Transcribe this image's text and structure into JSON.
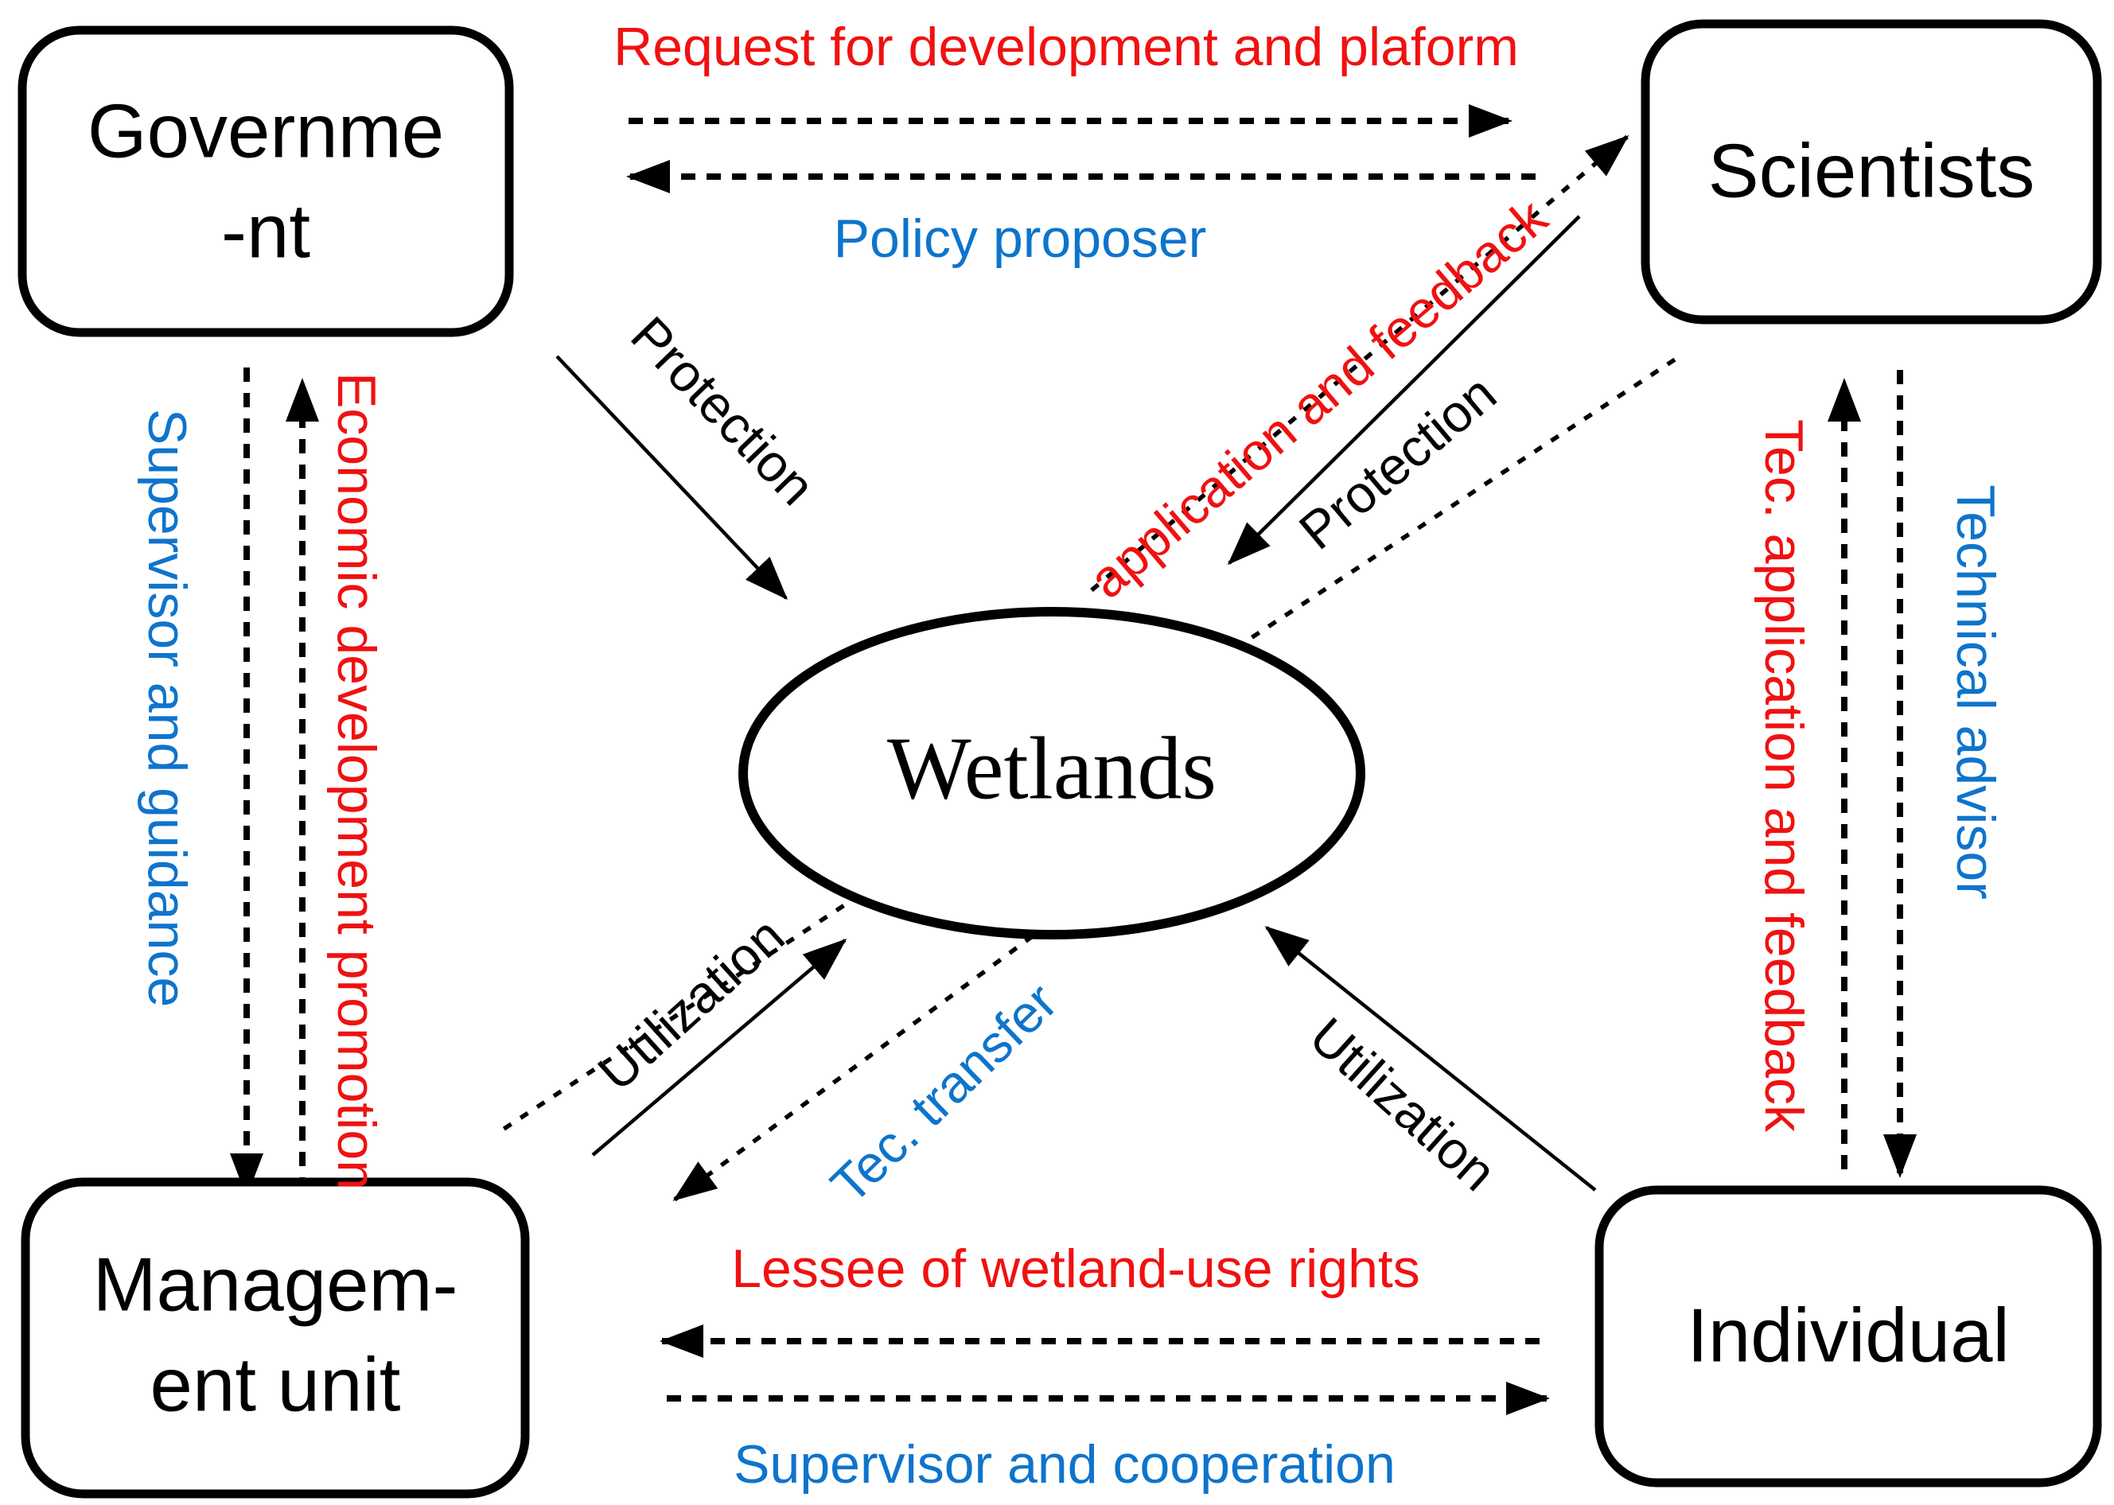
{
  "diagram_title": "Wetlands stakeholder relationship diagram",
  "colors": {
    "red": "#f01111",
    "blue": "#0e74cc",
    "black": "#000000"
  },
  "nodes": {
    "government": {
      "line1": "Governme",
      "line2": "-nt"
    },
    "scientists": {
      "label": "Scientists"
    },
    "management": {
      "line1": "Managem-",
      "line2": "ent unit"
    },
    "individual": {
      "label": "Individual"
    },
    "wetlands": {
      "label": "Wetlands"
    }
  },
  "edges": {
    "request": {
      "label": "Request for development and plaform",
      "color": "red"
    },
    "policy": {
      "label": "Policy proposer",
      "color": "blue"
    },
    "supervisor_guidance": {
      "label": "Supervisor and guidance",
      "color": "blue"
    },
    "economic_promotion": {
      "label": "Economic development promotion",
      "color": "red"
    },
    "protection_gov": {
      "label": "Protection",
      "color": "black"
    },
    "application_feedback": {
      "label": "application and feedback",
      "color": "red"
    },
    "protection_sci": {
      "label": "Protection",
      "color": "black"
    },
    "tec_application": {
      "label": "Tec. application and feedback",
      "color": "red"
    },
    "technical_advisor": {
      "label": "Technical advisor",
      "color": "blue"
    },
    "utilization_mgmt": {
      "label": "Utilization",
      "color": "black"
    },
    "tec_transfer": {
      "label": "Tec. transfer",
      "color": "blue"
    },
    "utilization_ind": {
      "label": "Utilization",
      "color": "black"
    },
    "lessee": {
      "label": "Lessee of wetland-use rights",
      "color": "red"
    },
    "supervisor_cooperation": {
      "label": "Supervisor and cooperation",
      "color": "blue"
    }
  }
}
